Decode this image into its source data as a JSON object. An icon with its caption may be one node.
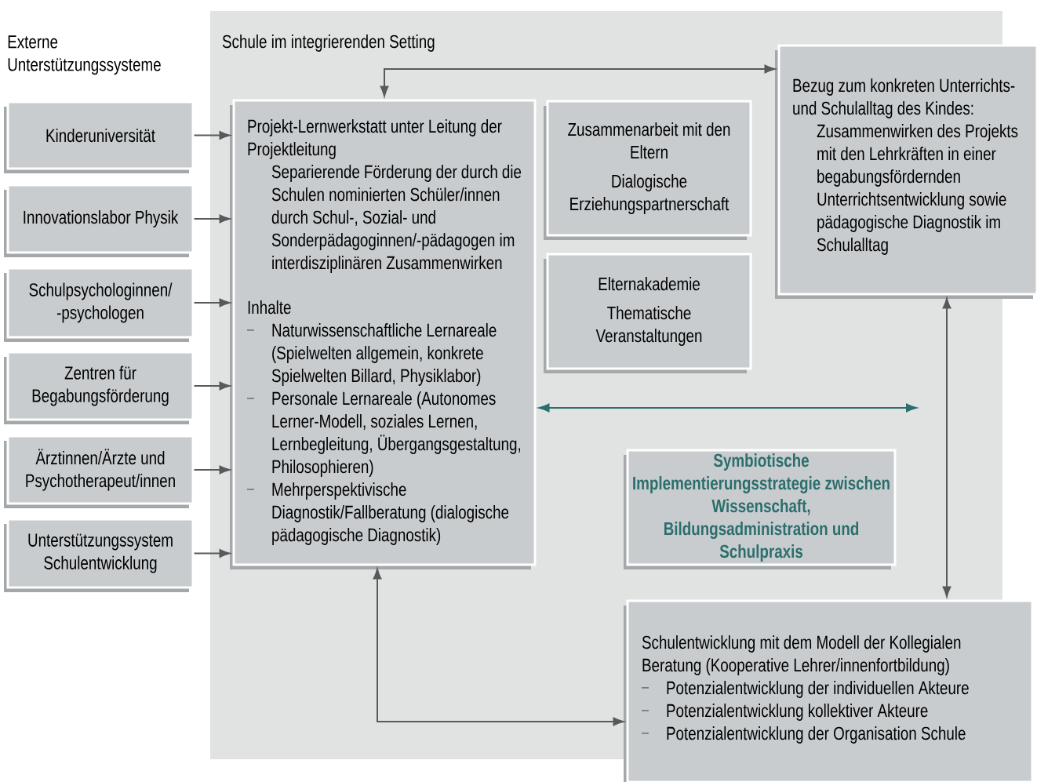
{
  "diagram": {
    "nodes": [
      {
        "text": [
          "Schule im integrierenden Setting"
        ]
      },
      {
        "text": [
          "Kinderuniversität"
        ]
      },
      {
        "text": [
          "Innovationslabor Physik"
        ]
      },
      {
        "text": [
          "Schulpsychologinnen/ -psychologen"
        ]
      },
      {
        "text": [
          "Zentren für Begabungsförderung"
        ]
      },
      {
        "text": [
          "Ärztinnen/Ärzte und Psychotherapeut/innen"
        ]
      },
      {
        "text": [
          "Unterstützungssystem Schulentwicklung"
        ]
      },
      {
        "text": [
          "Projekt-Lernwerkstatt unter Leitung der Projektleitung",
          "Separierende Förderung der durch die Schulen nominierten Schüler/innen durch Schul-, Sozial- und Sonderpädagoginnen/-pädagogen im interdisziplinären Zusammenwirken",
          "Inhalte",
          "Naturwissenschaftliche Lernareale (Spielwelten allgemein, konkrete Spielwelten Billard, Physiklabor)",
          "Personale Lernareale (Autonomes Lerner-Modell, soziales Lernen, Lernbegleitung, Übergangsgestaltung, Philosophieren)",
          "Mehrperspektivische Diagnostik/Fallberatung (dialogische pädagogische Diagnostik)"
        ],
        "in": 0
      },
      {
        "text": [
          "Zusammenarbeit mit den Eltern",
          "Dialogische Erziehungspartnerschaft"
        ],
        "in": 0
      },
      {
        "text": [
          "Elternakademie",
          "Thematische Veranstaltungen"
        ],
        "in": 0
      },
      {
        "text": [
          "Bezug zum konkreten Unterrichts- und Schulalltag des Kindes:",
          "Zusammenwirken des Projekts mit den Lehrkräften in einer begabungsfördernden Unterrichtsentwicklung sowie pädagogische Diagnostik im Schulalltag"
        ]
      },
      {
        "text": [
          "Symbiotische Implementierungsstrategie zwischen Wissenschaft, Bildungsadministration und Schulpraxis"
        ],
        "in": 0
      },
      {
        "text": [
          "Schulentwicklung mit dem Modell der Kollegialen Beratung (Kooperative Lehrer/innenfortbildung)",
          "Potenzialentwicklung der individuellen Akteure",
          "Potenzialentwicklung kollektiver Akteure",
          "Potenzialentwicklung der Organisation Schule"
        ]
      }
    ],
    "edges": [
      {
        "from": 1,
        "to": 7,
        "arrow": "to"
      },
      {
        "from": 2,
        "to": 7,
        "arrow": "to"
      },
      {
        "from": 3,
        "to": 7,
        "arrow": "to"
      },
      {
        "from": 4,
        "to": 7,
        "arrow": "to"
      },
      {
        "from": 5,
        "to": 7,
        "arrow": "to"
      },
      {
        "from": 6,
        "to": 7,
        "arrow": "to"
      },
      {
        "from": 7,
        "to": 10,
        "arrow": "both"
      },
      {
        "from": 7,
        "to": null,
        "arrow": "both",
        "color": "#2b6e6c"
      },
      {
        "from": 10,
        "to": 12,
        "arrow": "both"
      },
      {
        "from": 7,
        "to": 12,
        "arrow": "both"
      }
    ],
    "labels": [
      "Externe Unterstützungssysteme"
    ]
  }
}
